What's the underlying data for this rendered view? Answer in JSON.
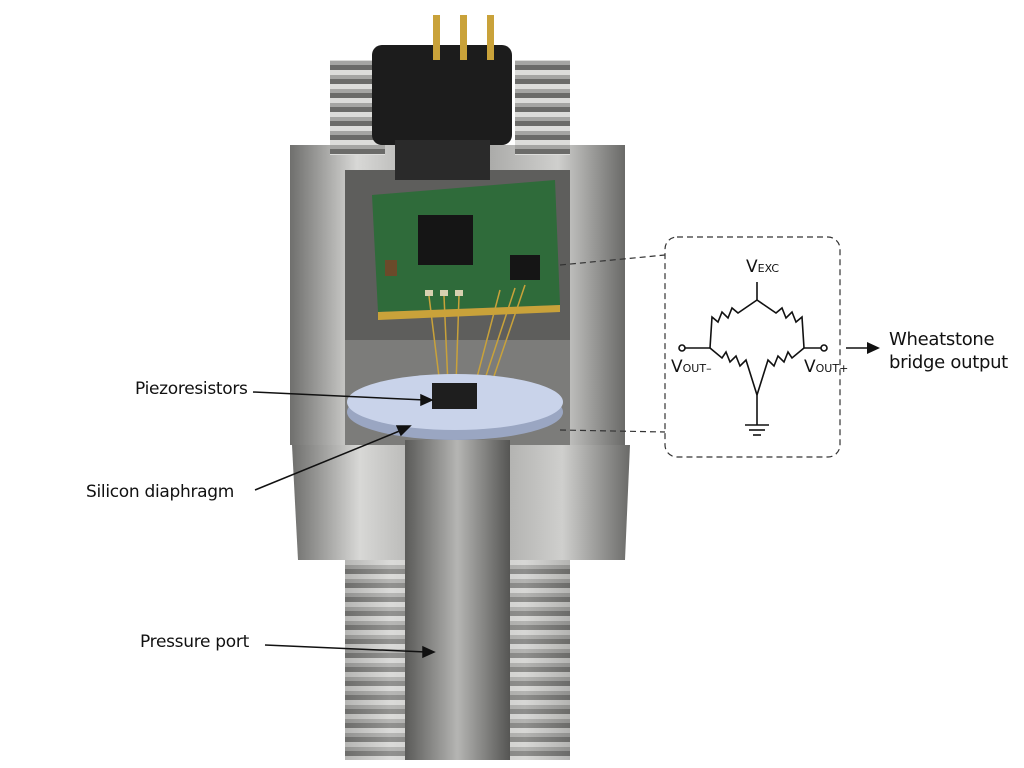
{
  "labels": {
    "piezoresistors": "Piezoresistors",
    "silicon_diaphragm": "Silicon diaphragm",
    "pressure_port": "Pressure port"
  },
  "circuit": {
    "vexc_main": "V",
    "vexc_sub": "EXC",
    "vout_minus_main": "V",
    "vout_minus_sub": "OUT–",
    "vout_plus_main": "V",
    "vout_plus_sub": "OUT+",
    "output_line1": "Wheatstone",
    "output_line2": "bridge output"
  },
  "colors": {
    "metal": "#a9a9a7",
    "pcb": "#2f6b3a",
    "diaphragm": "#c9d3ea",
    "pins": "#c9a23a",
    "connector": "#1c1c1c"
  }
}
